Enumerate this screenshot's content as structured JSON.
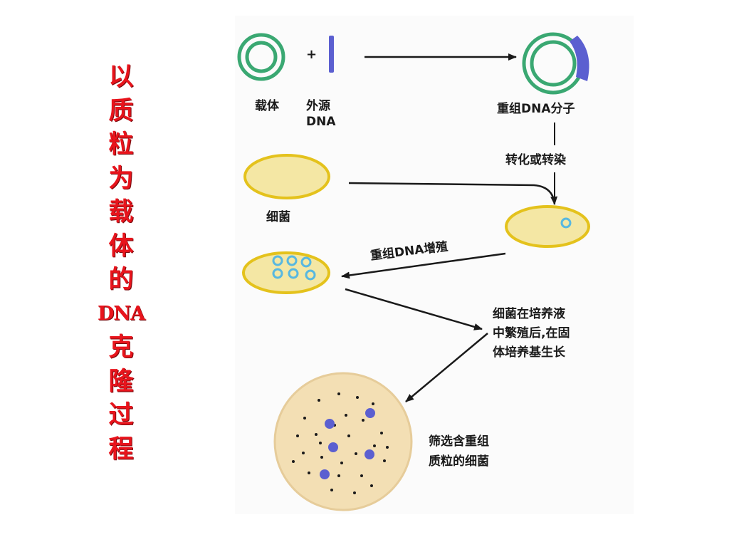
{
  "title_chars": [
    "以",
    "质",
    "粒",
    "为",
    "载",
    "体",
    "的",
    "DNA",
    "克",
    "隆",
    "过",
    "程"
  ],
  "labels": {
    "plus": "+",
    "vector": "载体",
    "foreign_dna_1": "外源",
    "foreign_dna_2": "DNA",
    "recombinant": "重组DNA分子",
    "transformation": "转化或转染",
    "bacteria": "细菌",
    "amplification": "重组DNA增殖",
    "culture_1": "细菌在培养液",
    "culture_2": "中繁殖后,在固",
    "culture_3": "体培养基生长",
    "screen_1": "筛选含重组",
    "screen_2": "质粒的细菌"
  },
  "colors": {
    "title": "#e8141c",
    "plasmid": "#3aa872",
    "insert": "#5b5fd0",
    "cell_fill": "#f4e7a4",
    "cell_border": "#e4c21c",
    "small_plasmid": "#58b8e0",
    "dish_fill": "#f3dfb4",
    "dish_border": "#e6cc9a"
  }
}
